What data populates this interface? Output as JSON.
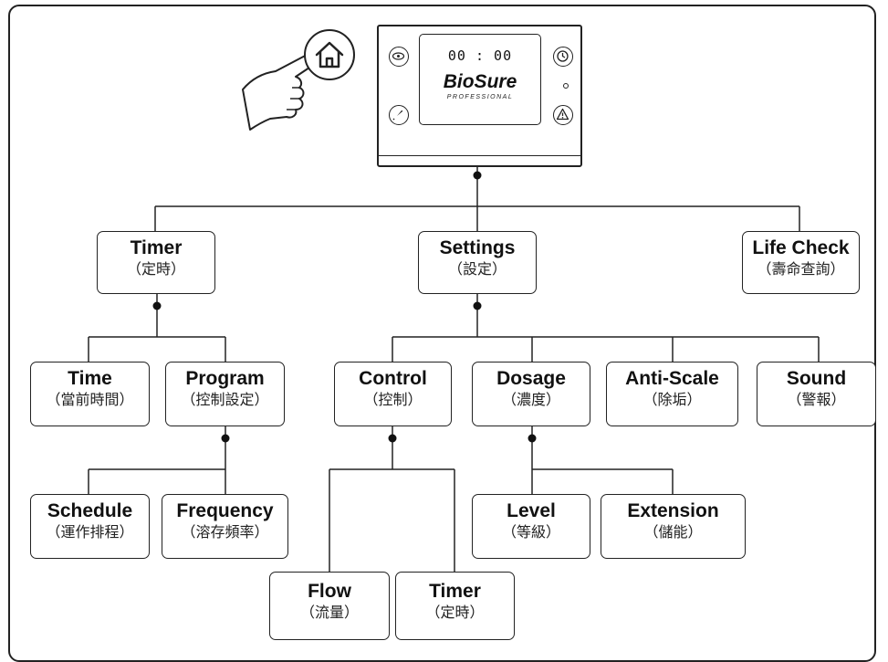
{
  "device": {
    "clock": "00 : 00",
    "brand": "BioSure",
    "brand_sub": "PROFESSIONAL"
  },
  "icons": {
    "home": "home-icon",
    "hand": "pointing-hand-icon",
    "dose": "dosing-icon",
    "rocket": "rocket-icon",
    "clock": "clock-icon",
    "alert": "alert-triangle-icon"
  },
  "nodes": {
    "timer": {
      "title": "Timer",
      "subtitle": "（定時）"
    },
    "settings": {
      "title": "Settings",
      "subtitle": "（設定）"
    },
    "life_check": {
      "title": "Life Check",
      "subtitle": "（壽命查詢）"
    },
    "time": {
      "title": "Time",
      "subtitle": "（當前時間）"
    },
    "program": {
      "title": "Program",
      "subtitle": "（控制設定）"
    },
    "control": {
      "title": "Control",
      "subtitle": "（控制）"
    },
    "dosage": {
      "title": "Dosage",
      "subtitle": "（濃度）"
    },
    "anti_scale": {
      "title": "Anti-Scale",
      "subtitle": "（除垢）"
    },
    "sound": {
      "title": "Sound",
      "subtitle": "（警報）"
    },
    "schedule": {
      "title": "Schedule",
      "subtitle": "（運作排程）"
    },
    "frequency": {
      "title": "Frequency",
      "subtitle": "（溶存頻率）"
    },
    "level": {
      "title": "Level",
      "subtitle": "（等級）"
    },
    "extension": {
      "title": "Extension",
      "subtitle": "（儲能）"
    },
    "flow": {
      "title": "Flow",
      "subtitle": "（流量）"
    },
    "control_timer": {
      "title": "Timer",
      "subtitle": "（定時）"
    }
  },
  "colors": {
    "line": "#222222",
    "background": "#ffffff"
  }
}
